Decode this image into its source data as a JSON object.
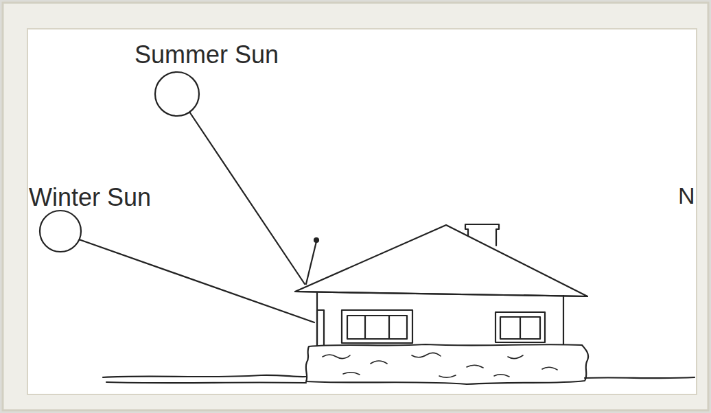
{
  "diagram": {
    "nodes": [
      {
        "text": [
          "Summer Sun"
        ]
      },
      {
        "text": [
          "Winter Sun"
        ]
      }
    ],
    "labels": [
      "N"
    ]
  }
}
